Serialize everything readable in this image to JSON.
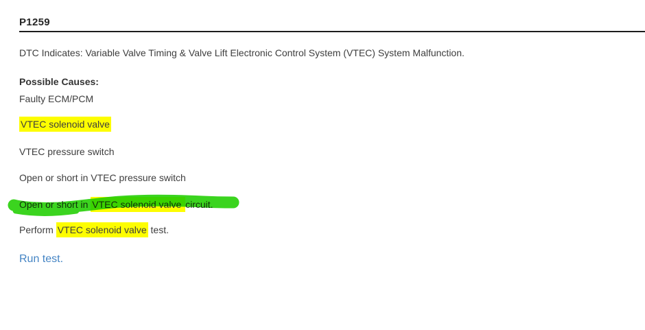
{
  "colors": {
    "highlight_yellow": "#fdfd00",
    "marker_green": "#3bd41f",
    "link_blue": "#4484c4",
    "text": "#3d3d3d",
    "heading_text": "#262626",
    "rule": "#1c1c1c",
    "background": "#ffffff"
  },
  "header": {
    "dtc_code": "P1259"
  },
  "description": {
    "text": "DTC Indicates: Variable Valve Timing & Valve Lift Electronic Control System (VTEC) System Malfunction."
  },
  "possible_causes": {
    "label": "Possible Causes:",
    "faulty_ecm": "Faulty ECM/PCM",
    "solenoid_valve": "VTEC solenoid valve",
    "pressure_switch": "VTEC pressure switch",
    "open_short_pressure_switch": "Open or short in VTEC pressure switch",
    "open_short_solenoid": {
      "pre": "Open or short in ",
      "highlighted": "VTEC solenoid valve ",
      "post": "circuit."
    }
  },
  "instruction": {
    "pre": "Perform ",
    "highlighted": "VTEC solenoid valve",
    "post": " test."
  },
  "run_test_link": {
    "label": "Run test."
  }
}
